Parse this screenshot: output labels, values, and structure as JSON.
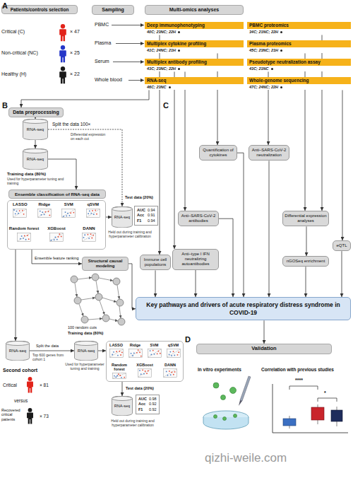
{
  "diagram": {
    "nodes": [
      {
        "text": [
          "Patients/controls selection"
        ]
      },
      {
        "text": [
          "Sampling"
        ]
      },
      {
        "text": [
          "Multi-omics analyses"
        ]
      },
      {
        "text": [
          "Deep immunophenotyping",
          "40C; 23NC; 22H"
        ]
      },
      {
        "text": [
          "PBMC proteomics",
          "34C; 21NC; 22H"
        ]
      },
      {
        "text": [
          "Multiplex cytokine profiling",
          "41C; 24NC; 21H"
        ]
      },
      {
        "text": [
          "Plasma proteomics",
          "45C; 23NC; 21H"
        ]
      },
      {
        "text": [
          "Multiplex antibody profiling",
          "43C; 23NC; 22H"
        ]
      },
      {
        "text": [
          "Pseudotype neutralization assay",
          "43C; 21NC"
        ]
      },
      {
        "text": [
          "RNA-seq",
          "46C; 23NC"
        ]
      },
      {
        "text": [
          "Whole-genome sequencing",
          "47C; 24NC; 22H"
        ]
      },
      {
        "text": [
          "Data preprocessing"
        ]
      },
      {
        "text": [
          "RNA-seq"
        ]
      },
      {
        "text": [
          "RNA-seq"
        ]
      },
      {
        "text": [
          "Ensemble classification of RNA-seq data"
        ]
      },
      {
        "text": [
          "LASSO",
          "Ridge",
          "SVM",
          "qSVM",
          "Random forest",
          "XGBoost",
          "DANN"
        ]
      },
      {
        "text": [
          "RNA-seq"
        ]
      },
      {
        "text": [
          "AUC",
          "0.94",
          "Acc",
          "0.91",
          "F1",
          "0.94"
        ]
      },
      {
        "text": [
          "Structural causal modeling"
        ]
      },
      {
        "text": [
          "RNA-seq"
        ]
      },
      {
        "text": [
          "RNA-seq"
        ]
      },
      {
        "text": [
          "LASSO",
          "Ridge",
          "SVM",
          "qSVM",
          "Random forest",
          "XGBoost",
          "DANN"
        ]
      },
      {
        "text": [
          "RNA-seq"
        ]
      },
      {
        "text": [
          "AUC",
          "0.98",
          "Acc",
          "0.92",
          "F1",
          "0.92"
        ]
      },
      {
        "text": [
          "Immune cell populations"
        ]
      },
      {
        "text": [
          "Quantification of cytokines"
        ]
      },
      {
        "text": [
          "Anti–SARS-CoV-2 neutralization"
        ]
      },
      {
        "text": [
          "Anti–SARS-CoV-2 antibodies"
        ]
      },
      {
        "text": [
          "Differential expression analyses"
        ]
      },
      {
        "text": [
          "Anti–type I IFN neutralizing autoantibodies"
        ]
      },
      {
        "text": [
          "nGOSeq enrichment"
        ]
      },
      {
        "text": [
          "eQTL"
        ]
      },
      {
        "text": [
          "Key pathways and drivers of acute respiratory distress syndrome in COVID-19"
        ]
      },
      {
        "text": [
          "Validation"
        ]
      }
    ],
    "edges": [
      {
        "from": 9,
        "to": 11,
        "arrow": "to"
      },
      {
        "from": 11,
        "to": 12,
        "arrow": "to"
      },
      {
        "from": 12,
        "to": 13,
        "arrow": "to"
      },
      {
        "from": 12,
        "to": 16,
        "arrow": "to"
      },
      {
        "from": 13,
        "to": 14,
        "arrow": "to"
      },
      {
        "from": 15,
        "to": 16,
        "arrow": "to"
      },
      {
        "from": 15,
        "to": 18,
        "label": "Ensemble feature ranking",
        "arrow": "to"
      },
      {
        "from": 15,
        "to": 19,
        "arrow": "to"
      },
      {
        "from": 19,
        "to": 20,
        "label": "Split the data",
        "arrow": "to"
      },
      {
        "from": 20,
        "to": 21,
        "arrow": "to"
      },
      {
        "from": 21,
        "to": 22,
        "arrow": "to"
      },
      {
        "from": 3,
        "to": 24,
        "arrow": "to"
      },
      {
        "from": 5,
        "to": 25,
        "arrow": "to"
      },
      {
        "from": 8,
        "to": 26,
        "arrow": "to"
      },
      {
        "from": 7,
        "to": 27,
        "arrow": "to"
      },
      {
        "from": 7,
        "to": 29,
        "arrow": "to"
      },
      {
        "from": 4,
        "to": 28,
        "arrow": "to"
      },
      {
        "from": 6,
        "to": 28,
        "arrow": "to"
      },
      {
        "from": 10,
        "to": 31,
        "arrow": "to"
      },
      {
        "from": 28,
        "to": 30,
        "arrow": "to"
      },
      {
        "from": 24,
        "to": 32,
        "arrow": "to"
      },
      {
        "from": 25,
        "to": 32,
        "arrow": "to"
      },
      {
        "from": 26,
        "to": 32,
        "arrow": "to"
      },
      {
        "from": 27,
        "to": 32,
        "arrow": "to"
      },
      {
        "from": 29,
        "to": 32,
        "arrow": "to"
      },
      {
        "from": 30,
        "to": 32,
        "arrow": "to"
      },
      {
        "from": 31,
        "to": 32,
        "arrow": "to"
      },
      {
        "from": 18,
        "to": 32,
        "arrow": "to"
      },
      {
        "from": 32,
        "to": 33,
        "arrow": "to"
      }
    ],
    "labels": [
      "A",
      "Critical (C)",
      "× 47",
      "Non-critical (NC)",
      "× 25",
      "Healthy (H)",
      "× 22",
      "PBMC",
      "Plasma",
      "Serum",
      "Whole blood",
      "B",
      "Split the data 100×",
      "Differential expression on each cut",
      "Training data (80%)",
      "Used for hyperparameter tuning and training",
      "Test data (20%)",
      "Held out during training and hyperparameter calibration",
      "100 random cuts",
      "Training data (80%)",
      "Used for hyperparameter tuning and training",
      "Top 600 genes from cohort 1",
      "Test data (20%)",
      "Held out during training and hyperparameter calibration",
      "Second cohort",
      "Critical",
      "× 81",
      "versus",
      "Recovered critical patients",
      "× 73",
      "C",
      "D",
      "In vitro experiments",
      "Correlation with previous studies",
      "****",
      "*",
      "qizhi-weile.com"
    ]
  }
}
